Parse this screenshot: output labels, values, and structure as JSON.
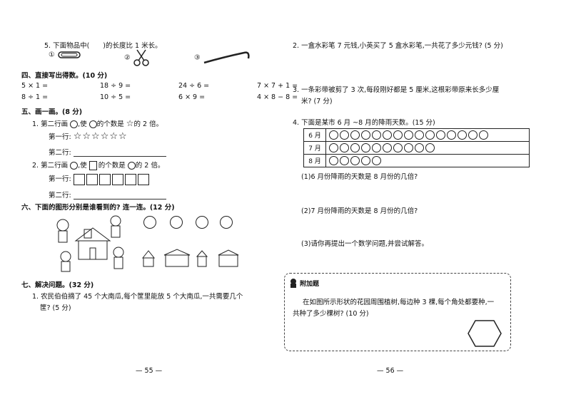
{
  "left": {
    "q5": {
      "text": "5. 下面物品中(　　)的长度比 1 米长。",
      "opt1": "①",
      "opt2": "②",
      "opt3": "③"
    },
    "sec4": {
      "title": "四、直接写出得数。(10 分)",
      "items": [
        "5 × 1 =",
        "18 ÷ 9 =",
        "24 ÷ 6 =",
        "7 × 7 + 1 =",
        "8 ÷ 1 =",
        "10 ÷ 5 =",
        "6 × 9 =",
        "4 × 8 − 8 ="
      ]
    },
    "sec5": {
      "title": "五、画一画。(8 分)",
      "q1a": "1. 第二行画",
      "q1b": ",使",
      "q1c": "的个数是",
      "q1d": "的 2 倍。",
      "row1": "第一行:",
      "stars": "☆☆☆☆☆☆",
      "row2": "第二行:",
      "q2a": "2. 第二行画",
      "q2b": ",使",
      "q2c": "的个数是",
      "q2d": "的 2 倍。",
      "row1b": "第一行:",
      "row2b": "第二行:"
    },
    "sec6": {
      "title": "六、下面的图形分别是谁看到的? 连一连。(12 分)"
    },
    "sec7": {
      "title": "七、解决问题。(32 分)",
      "q1_line1": "1. 农民伯伯摘了 45 个大南瓜,每个筐里能放 5 个大南瓜,一共需要几个",
      "q1_line2": "筐? (5 分)"
    },
    "page": "— 55 —"
  },
  "right": {
    "q2": "2. 一盒水彩笔 7 元钱,小英买了 5 盒水彩笔,一共花了多少元钱? (5 分)",
    "q3_line1": "3. 一条彩带被剪了 3 次,每段刚好都是 5 厘米,这根彩带原来长多少厘",
    "q3_line2": "米? (7 分)",
    "q4": "4. 下面是某市 6 月 ~8 月的降雨天数。(15 分)",
    "table": [
      {
        "month": "6 月",
        "count": 15
      },
      {
        "month": "7 月",
        "count": 10
      },
      {
        "month": "8 月",
        "count": 5
      }
    ],
    "q4_1": "(1)6 月份降雨的天数是 8 月份的几倍?",
    "q4_2": "(2)7 月份降雨的天数是 8 月份的几倍?",
    "q4_3": "(3)请你再提出一个数学问题,并尝试解答。",
    "bonus_title": "附加题",
    "bonus_line1": "在如图所示形状的花园周围植树,每边种 3 棵,每个角处都要种,一",
    "bonus_line2": "共种了多少棵树? (10 分)",
    "page": "— 56 —"
  }
}
